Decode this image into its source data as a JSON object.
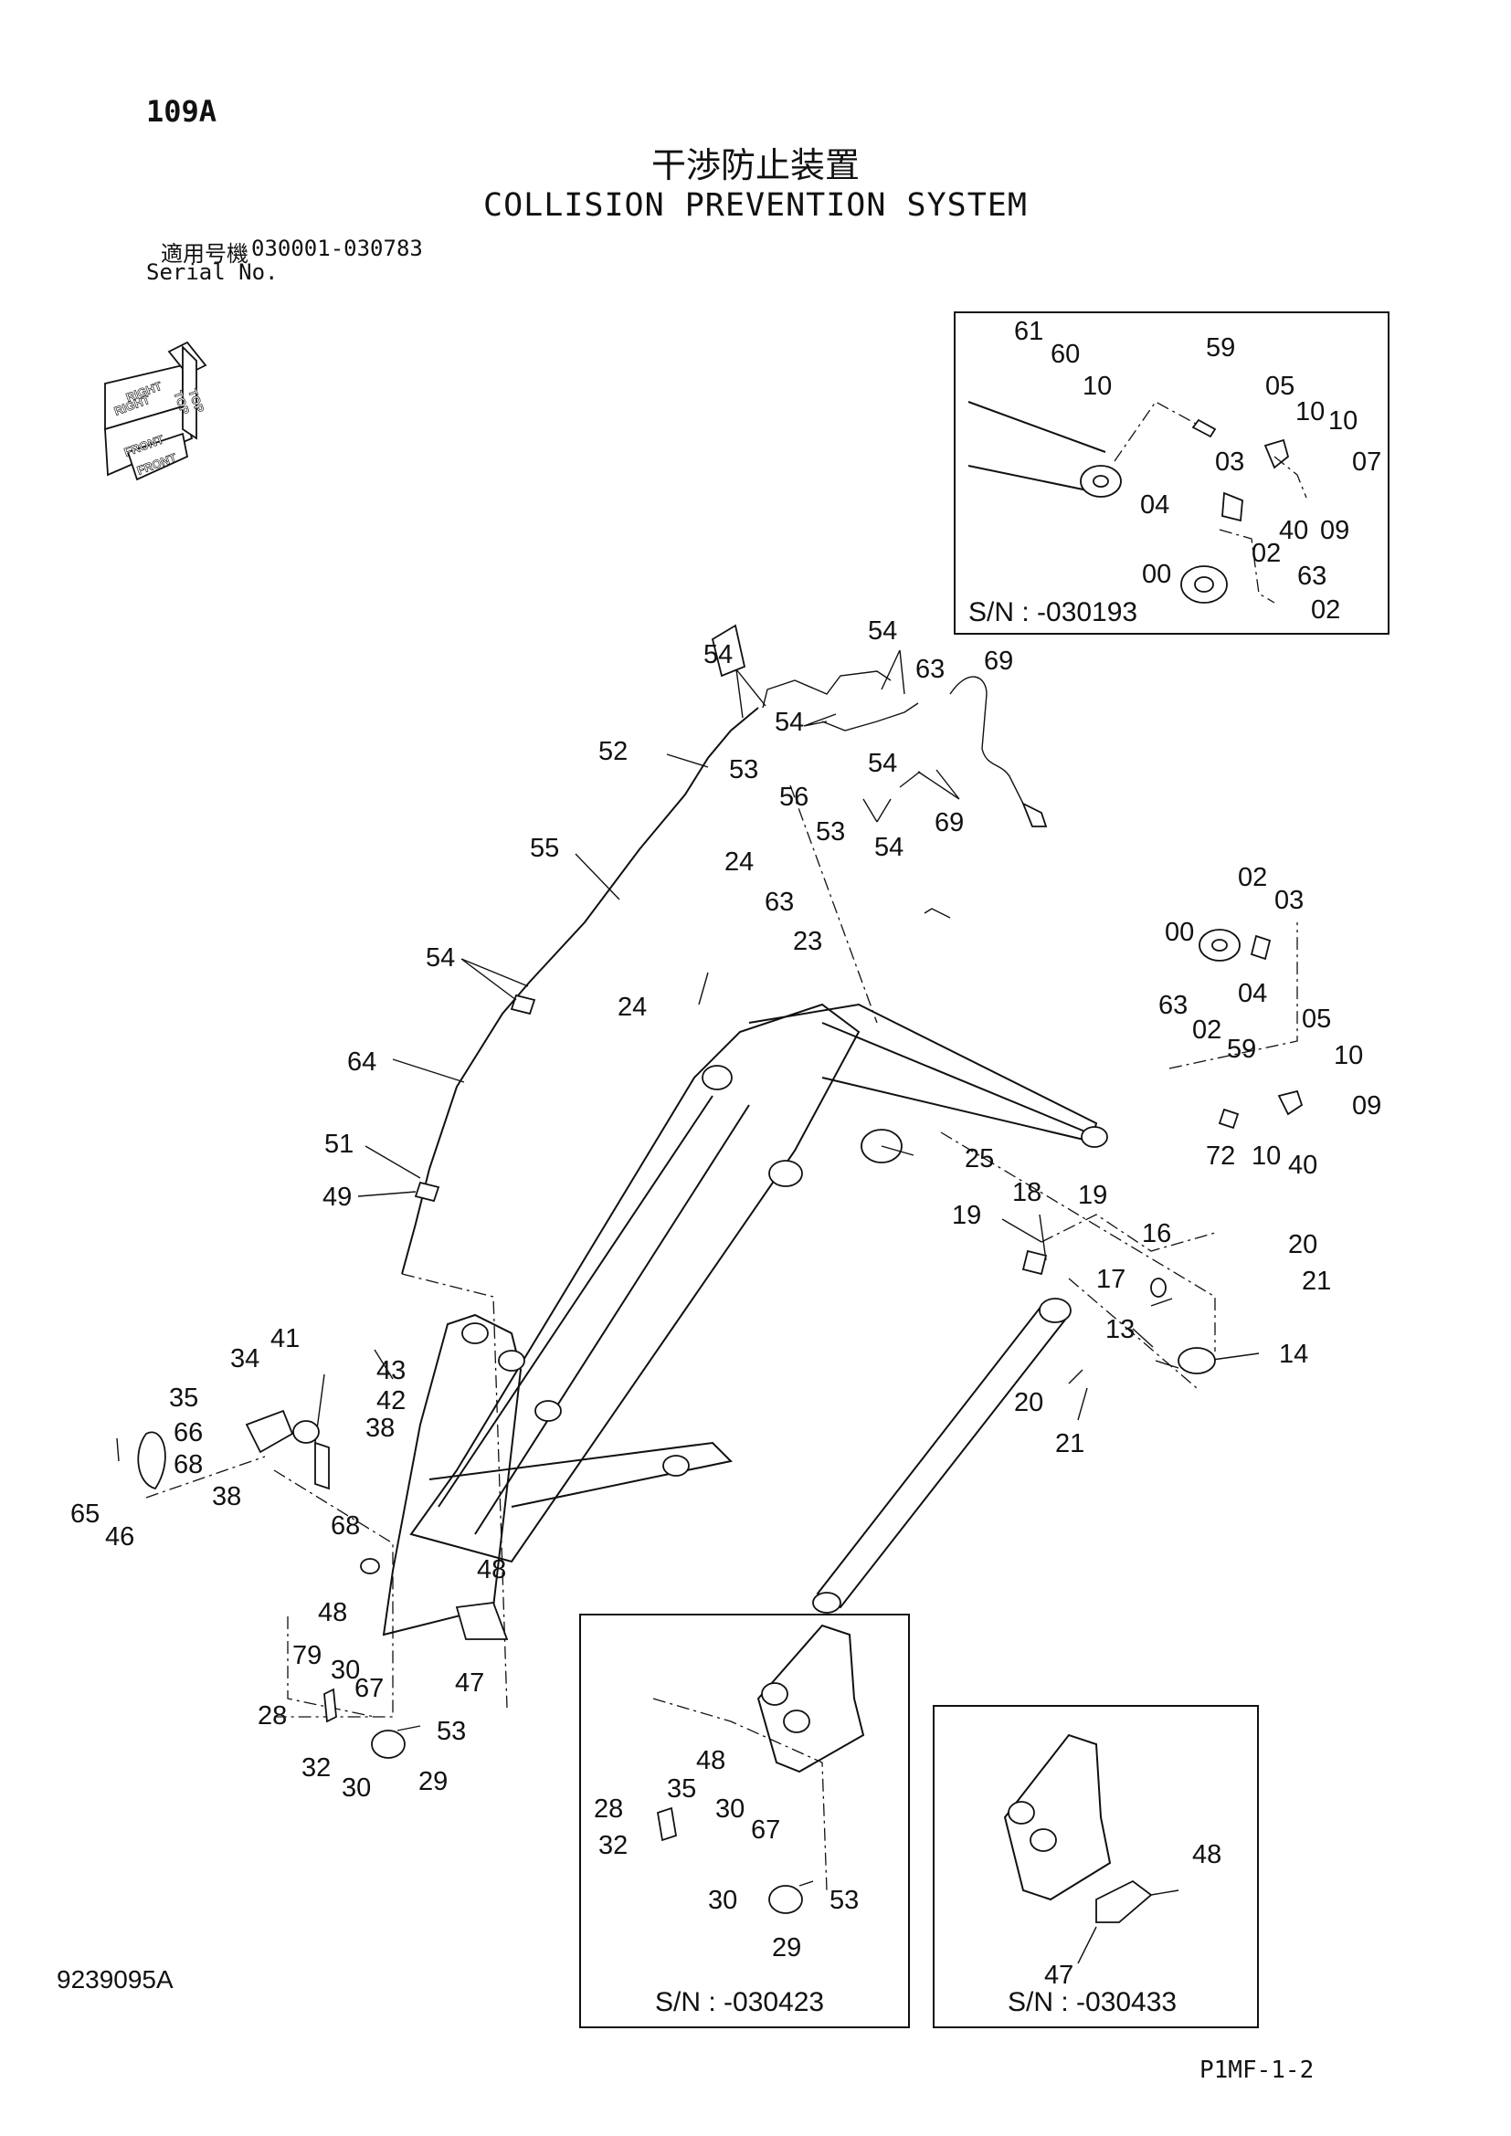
{
  "header": {
    "page_id": "109A",
    "title_jp": "干渉防止装置",
    "title_en": "COLLISION PREVENTION SYSTEM",
    "serial_label_jp": "適用号機",
    "serial_range": "030001-030783",
    "serial_label_en": "Serial No."
  },
  "orientation": {
    "top": "TOP",
    "right": "RIGHT",
    "front": "FRONT",
    "top2": "TOP",
    "right2": "RIGHT",
    "front2": "FRONT"
  },
  "insets": {
    "top_right_sn": "S/N : -030193",
    "bottom_center_sn": "S/N : -030423",
    "bottom_right_sn": "S/N : -030433"
  },
  "callouts": {
    "c61": "61",
    "c60": "60",
    "c10a": "10",
    "c59": "59",
    "c05": "05",
    "c10b": "10",
    "c10c": "10",
    "c03": "03",
    "c07": "07",
    "c04": "04",
    "c40": "40",
    "c09": "09",
    "c02a": "02",
    "c00": "00",
    "c63a": "63",
    "c02b": "02",
    "m54a": "54",
    "m54b": "54",
    "m63": "63",
    "m69a": "69",
    "m52": "52",
    "m54c": "54",
    "m53a": "53",
    "m54d": "54",
    "m56": "56",
    "m53b": "53",
    "m54e": "54",
    "m69b": "69",
    "m55": "55",
    "m24a": "24",
    "m63b": "63",
    "m23": "23",
    "m24b": "24",
    "m54f": "54",
    "m64": "64",
    "m51": "51",
    "m49": "49",
    "r02a": "02",
    "r03": "03",
    "r00": "00",
    "r04": "04",
    "r63": "63",
    "r02b": "02",
    "r05": "05",
    "r59": "59",
    "r10a": "10",
    "r09": "09",
    "r72": "72",
    "r10b": "10",
    "r40": "40",
    "b25": "25",
    "b18": "18",
    "b19a": "19",
    "b19b": "19",
    "b20a": "20",
    "b16": "16",
    "b17": "17",
    "b21a": "21",
    "b13": "13",
    "b14": "14",
    "b20b": "20",
    "b21b": "21",
    "l41": "41",
    "l34": "34",
    "l43": "43",
    "l42": "42",
    "l35": "35",
    "l66": "66",
    "l38a": "38",
    "l68a": "68",
    "l38b": "38",
    "l65": "65",
    "l46": "46",
    "l68b": "68",
    "l48a": "48",
    "l48b": "48",
    "l47": "47",
    "l79": "79",
    "l30a": "30",
    "l67": "67",
    "l28": "28",
    "l53": "53",
    "l32": "32",
    "l30b": "30",
    "l29": "29",
    "i48": "48",
    "i35": "35",
    "i28": "28",
    "i30a": "30",
    "i67": "67",
    "i32": "32",
    "i30b": "30",
    "i53": "53",
    "i29": "29",
    "j48": "48",
    "j47": "47"
  },
  "footer": {
    "doc_number": "9239095A",
    "page_code": "P1MF-1-2"
  }
}
